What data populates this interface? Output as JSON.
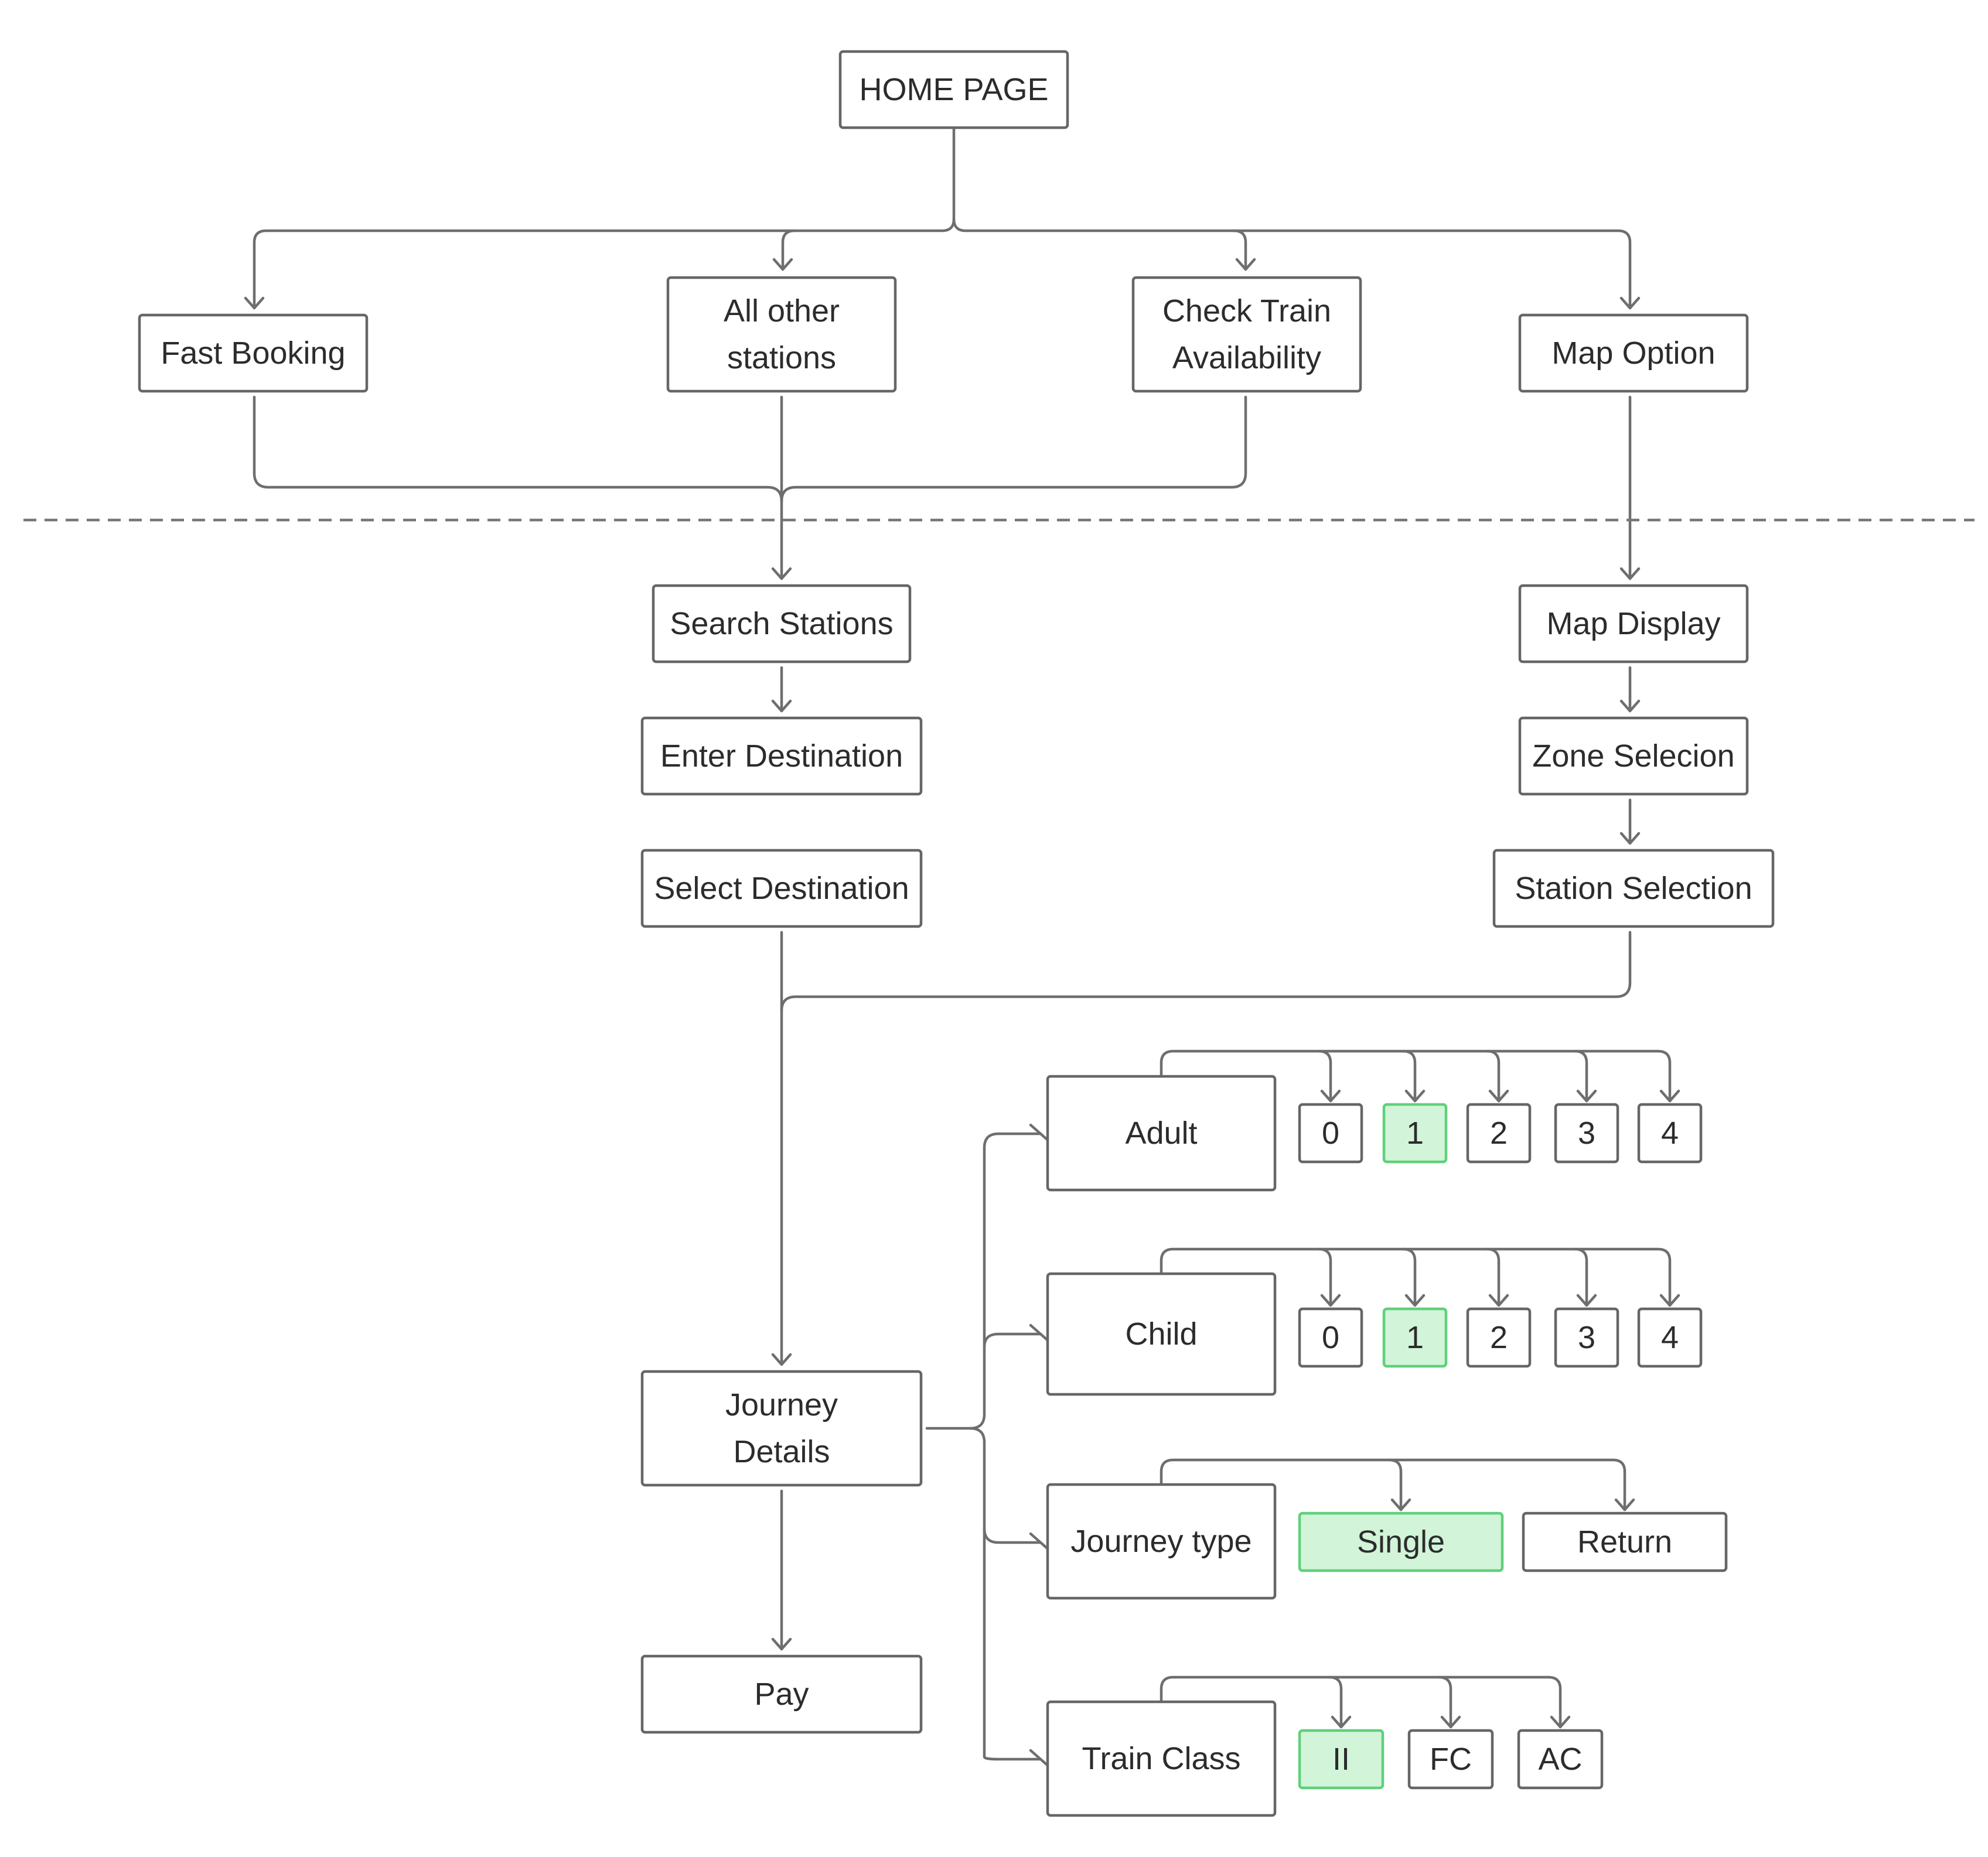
{
  "nodes": {
    "home": [
      "HOME PAGE"
    ],
    "fast_booking": [
      "Fast Booking"
    ],
    "all_other_stations": [
      "All other",
      "stations"
    ],
    "check_train_availability": [
      "Check Train",
      "Availability"
    ],
    "map_option": [
      "Map Option"
    ],
    "search_stations": [
      "Search Stations"
    ],
    "enter_destination": [
      "Enter Destination"
    ],
    "select_destination": [
      "Select Destination"
    ],
    "map_display": [
      "Map Display"
    ],
    "zone_selection": [
      "Zone Selecion"
    ],
    "station_selection": [
      "Station Selection"
    ],
    "journey_details": [
      "Journey",
      "Details"
    ],
    "pay": [
      "Pay"
    ],
    "adult": [
      "Adult"
    ],
    "child": [
      "Child"
    ],
    "journey_type": [
      "Journey type"
    ],
    "train_class": [
      "Train Class"
    ]
  },
  "options": {
    "adult": [
      {
        "label": "0",
        "selected": false
      },
      {
        "label": "1",
        "selected": true
      },
      {
        "label": "2",
        "selected": false
      },
      {
        "label": "3",
        "selected": false
      },
      {
        "label": "4",
        "selected": false
      }
    ],
    "child": [
      {
        "label": "0",
        "selected": false
      },
      {
        "label": "1",
        "selected": true
      },
      {
        "label": "2",
        "selected": false
      },
      {
        "label": "3",
        "selected": false
      },
      {
        "label": "4",
        "selected": false
      }
    ],
    "journey_type": [
      {
        "label": "Single",
        "selected": true
      },
      {
        "label": "Return",
        "selected": false
      }
    ],
    "train_class": [
      {
        "label": "II",
        "selected": true
      },
      {
        "label": "FC",
        "selected": false
      },
      {
        "label": "AC",
        "selected": false
      }
    ]
  },
  "colors": {
    "stroke": "#666666",
    "text": "#2c2c2c",
    "selected_fill": "#d2f4d9",
    "selected_stroke": "#5fd07a"
  }
}
